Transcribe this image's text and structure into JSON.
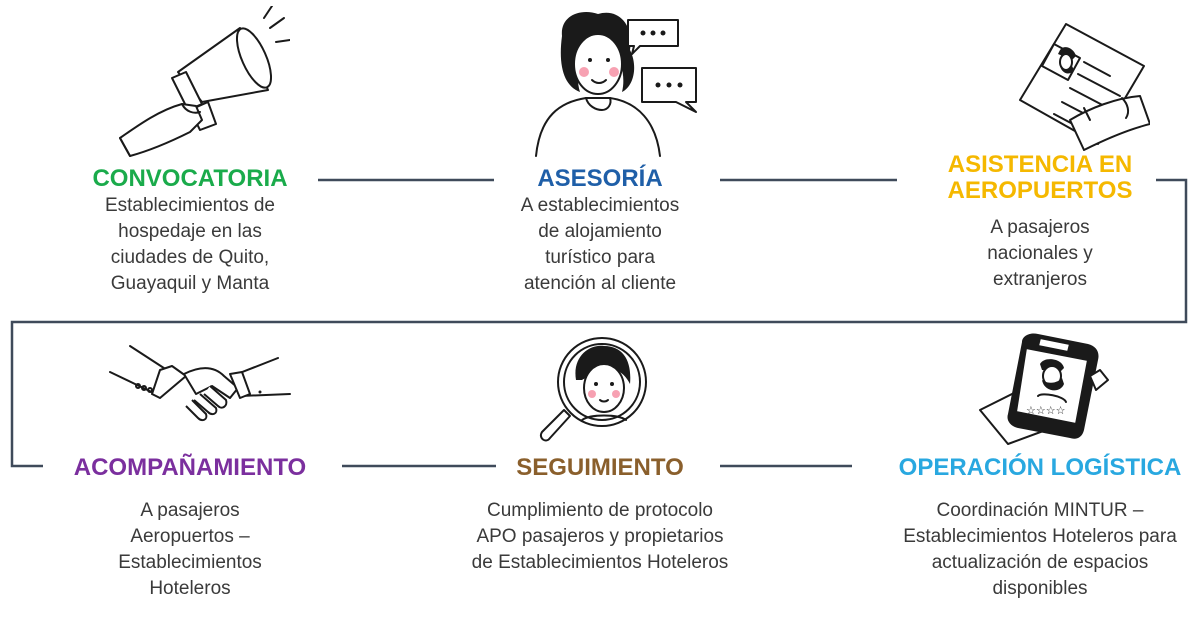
{
  "steps": [
    {
      "title": "CONVOCATORIA",
      "color": "#1aab4b",
      "icon": "megaphone-icon",
      "lines": [
        "Establecimientos de",
        "hospedaje en las",
        "ciudades de Quito,",
        "Guayaquil y Manta"
      ]
    },
    {
      "title": "ASESORÍA",
      "color": "#1f5fa8",
      "icon": "person-chat-icon",
      "lines": [
        "A establecimientos",
        "de alojamiento",
        "turístico para",
        "atención al cliente"
      ]
    },
    {
      "title_lines": [
        "ASISTENCIA EN",
        "AEROPUERTOS"
      ],
      "color": "#f5b800",
      "icon": "document-hand-icon",
      "lines": [
        "A pasajeros",
        "nacionales y",
        "extranjeros"
      ]
    },
    {
      "title": "ACOMPAÑAMIENTO",
      "color": "#7b2f9e",
      "icon": "handshake-icon",
      "lines": [
        "A pasajeros",
        "Aeropuertos –",
        "Establecimientos",
        "Hoteleros"
      ]
    },
    {
      "title": "SEGUIMIENTO",
      "color": "#8a5f2c",
      "icon": "magnifier-person-icon",
      "lines": [
        "Cumplimiento de protocolo",
        "APO pasajeros y propietarios",
        "de Establecimientos Hoteleros"
      ]
    },
    {
      "title": "OPERACIÓN LOGÍSTICA",
      "color": "#29a8e0",
      "icon": "clipboard-rating-icon",
      "lines": [
        "Coordinación MINTUR –",
        "Establecimientos Hoteleros para",
        "actualización de espacios",
        "disponibles"
      ]
    }
  ],
  "line_color": "#3f4a5a"
}
